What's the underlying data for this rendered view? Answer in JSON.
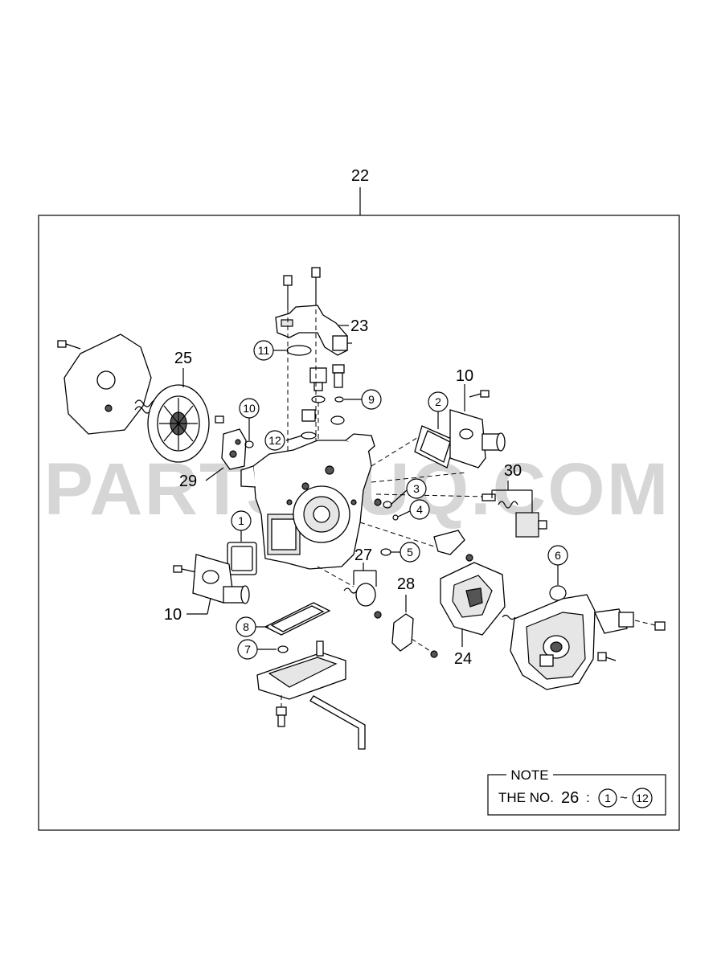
{
  "assembly_label": "22",
  "callouts": {
    "c23": "23",
    "c25": "25",
    "c29": "29",
    "c10a": "10",
    "c10b": "10",
    "c30": "30",
    "c27": "27",
    "c28": "28",
    "c24": "24"
  },
  "circled": {
    "n11": "11",
    "n9": "9",
    "n10": "10",
    "n12": "12",
    "n2": "2",
    "n3": "3",
    "n4": "4",
    "n1": "1",
    "n5": "5",
    "n6": "6",
    "n8": "8",
    "n7": "7"
  },
  "watermark": "PARTSOUQ.COM",
  "note": {
    "title": "NOTE",
    "prefix": "THE NO.",
    "number": "26",
    "colon": ":",
    "range_start": "1",
    "tilde": "~",
    "range_end": "12"
  }
}
